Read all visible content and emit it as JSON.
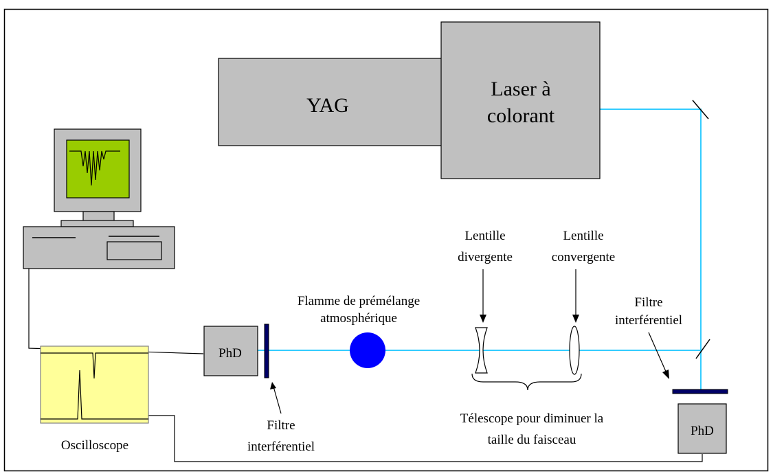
{
  "labels": {
    "yag": "YAG",
    "dye_laser_line1": "Laser à",
    "dye_laser_line2": "colorant",
    "phd_left": "PhD",
    "phd_right": "PhD",
    "flame_line1": "Flamme de prémélange",
    "flame_line2": "atmosphérique",
    "div_lens_line1": "Lentille",
    "div_lens_line2": "divergente",
    "conv_lens_line1": "Lentille",
    "conv_lens_line2": "convergente",
    "filter_right_line1": "Filtre",
    "filter_right_line2": "interférentiel",
    "filter_left_line1": "Filtre",
    "filter_left_line2": "interférentiel",
    "telescope_line1": "Télescope pour diminuer la",
    "telescope_line2": "taille du faisceau",
    "oscilloscope": "Oscilloscope"
  },
  "colors": {
    "beam": "#33ccff",
    "box_fill": "#c0c0c0",
    "screen_fill": "#99cc00",
    "oscilloscope_fill": "#ffff99",
    "flame": "#0000ff",
    "filter": "#000066"
  }
}
